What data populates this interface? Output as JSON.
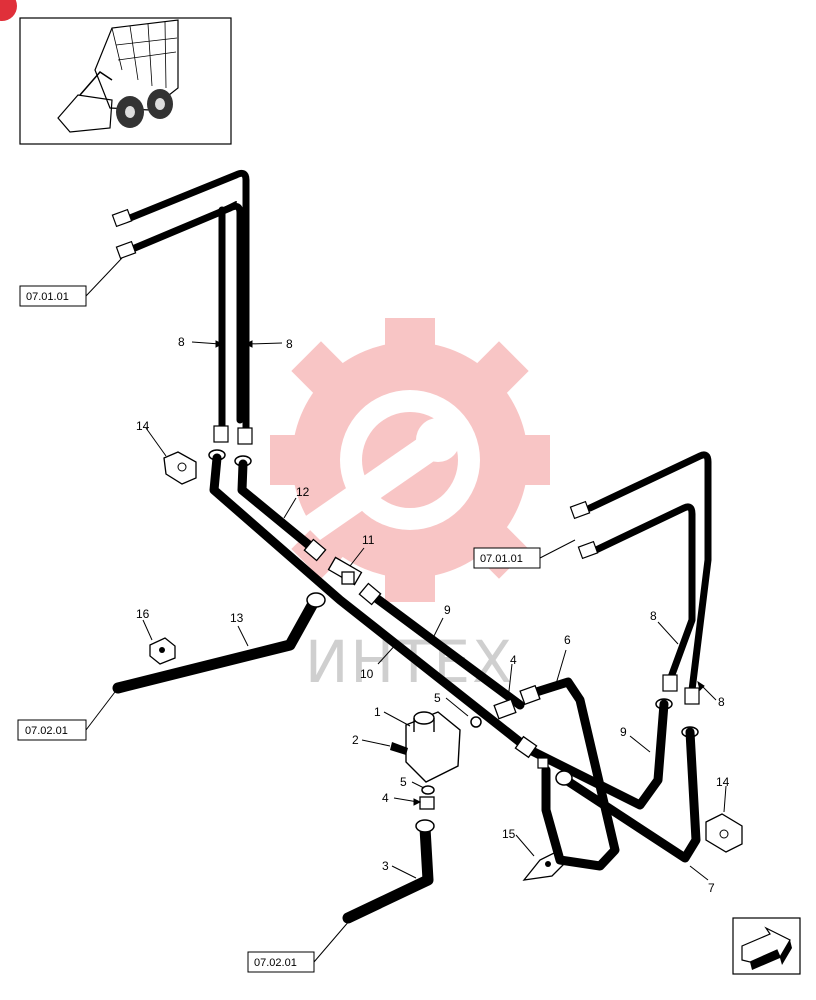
{
  "watermark": {
    "text": "ИНТЕХ",
    "logo": "gear-wrench-logo",
    "color": "#f08080"
  },
  "corner_badge": {
    "color": "#e0303a"
  },
  "thumbnail": {
    "icon": "skid-steer-loader-icon"
  },
  "nav": {
    "icon": "next-page-arrow-icon"
  },
  "references": [
    {
      "id": "ref-1",
      "text": "07.01.01"
    },
    {
      "id": "ref-2",
      "text": "07.01.01"
    },
    {
      "id": "ref-3",
      "text": "07.02.01"
    },
    {
      "id": "ref-4",
      "text": "07.02.01"
    }
  ],
  "callouts": [
    {
      "id": "c8a",
      "text": "8"
    },
    {
      "id": "c8b",
      "text": "8"
    },
    {
      "id": "c14a",
      "text": "14"
    },
    {
      "id": "c12",
      "text": "12"
    },
    {
      "id": "c11",
      "text": "11"
    },
    {
      "id": "c16",
      "text": "16"
    },
    {
      "id": "c13",
      "text": "13"
    },
    {
      "id": "c9a",
      "text": "9"
    },
    {
      "id": "c10",
      "text": "10"
    },
    {
      "id": "c6",
      "text": "6"
    },
    {
      "id": "c4a",
      "text": "4"
    },
    {
      "id": "c5a",
      "text": "5"
    },
    {
      "id": "c1",
      "text": "1"
    },
    {
      "id": "c2",
      "text": "2"
    },
    {
      "id": "c5b",
      "text": "5"
    },
    {
      "id": "c4b",
      "text": "4"
    },
    {
      "id": "c3",
      "text": "3"
    },
    {
      "id": "c15",
      "text": "15"
    },
    {
      "id": "c8c",
      "text": "8"
    },
    {
      "id": "c8d",
      "text": "8"
    },
    {
      "id": "c9b",
      "text": "9"
    },
    {
      "id": "c14b",
      "text": "14"
    },
    {
      "id": "c7",
      "text": "7"
    }
  ]
}
